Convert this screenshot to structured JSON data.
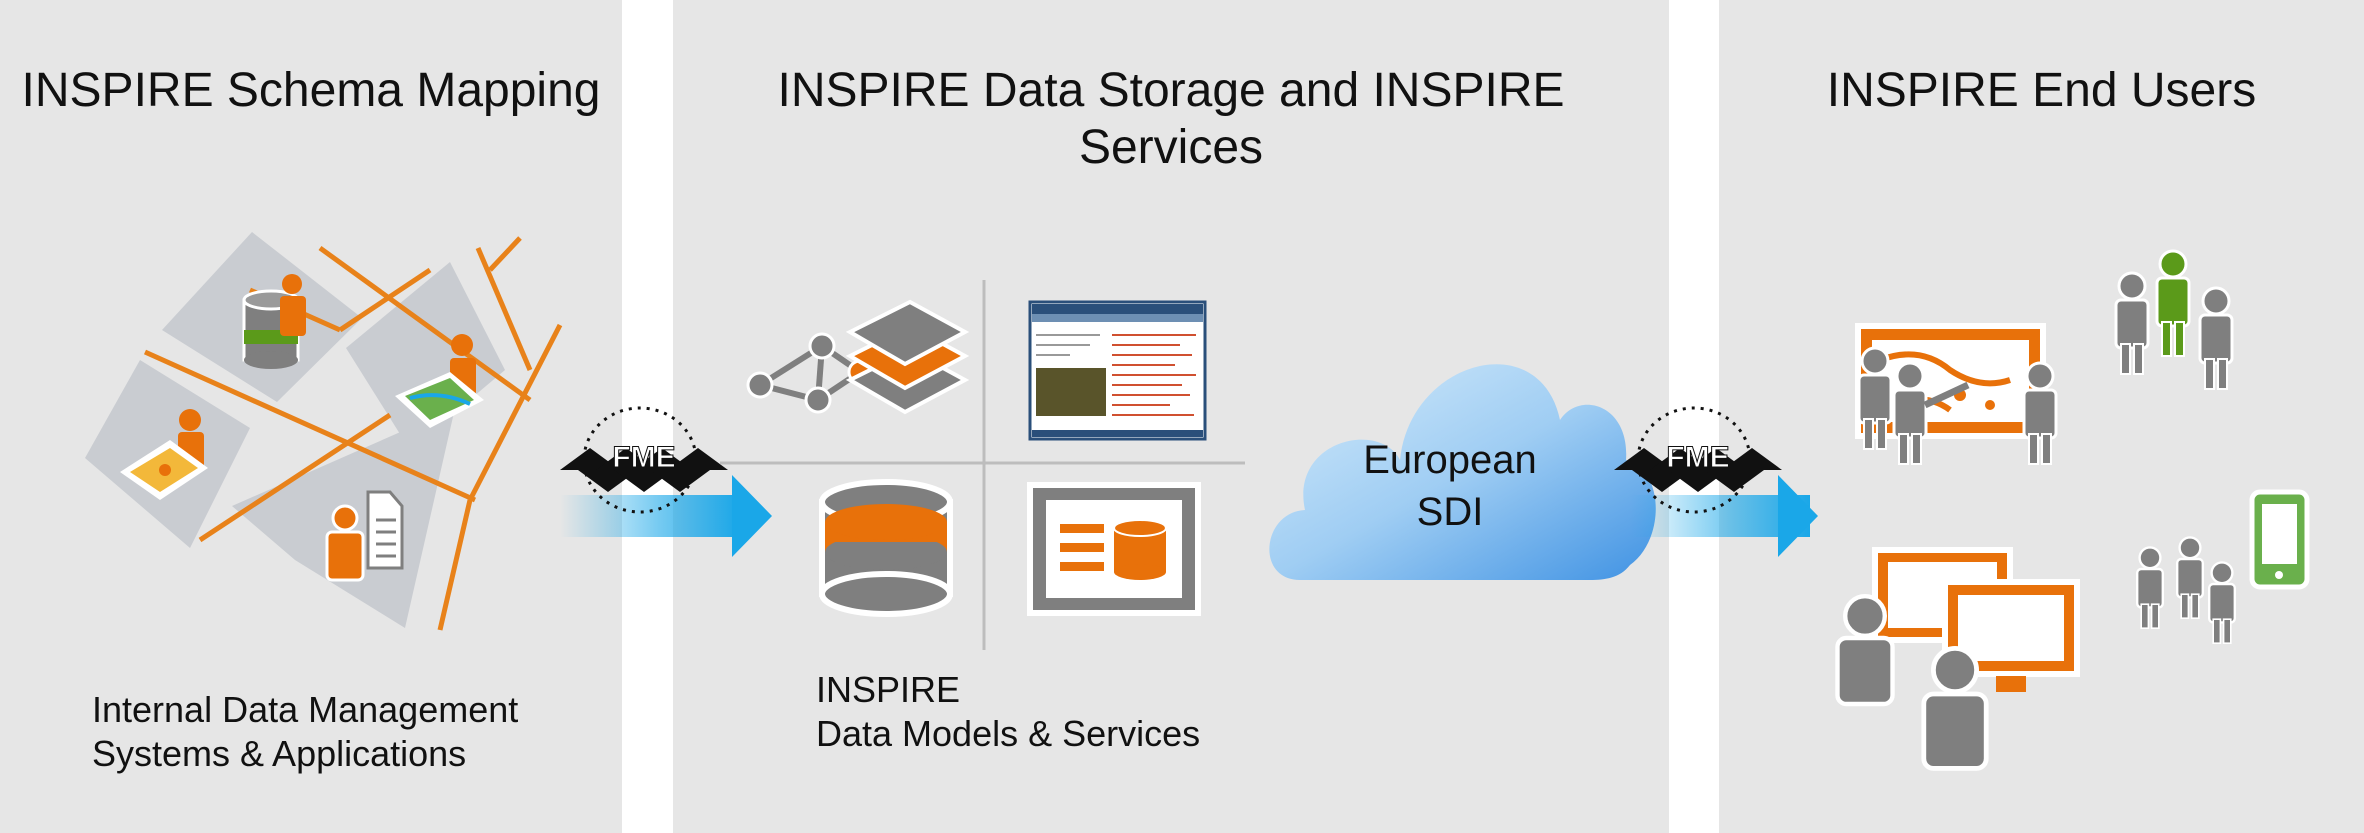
{
  "panels": {
    "left": {
      "title": "INSPIRE Schema Mapping",
      "caption_line1": "Internal Data Management",
      "caption_line2": "Systems & Applications"
    },
    "middle": {
      "title_line1": "INSPIRE Data Storage and INSPIRE",
      "title_line2": "Services",
      "caption_line1": "INSPIRE",
      "caption_line2": "Data Models & Services"
    },
    "right": {
      "title": "INSPIRE End Users"
    }
  },
  "cloud": {
    "line1": "European",
    "line2": "SDI"
  },
  "fme_logo_text": "FME",
  "colors": {
    "panel_bg": "#e6e6e6",
    "accent_orange": "#e8710a",
    "icon_gray": "#7f7f7f",
    "arrow_blue": "#1aa7e8",
    "green": "#5b9a1a",
    "cloud_blue": "#4a9be6"
  }
}
